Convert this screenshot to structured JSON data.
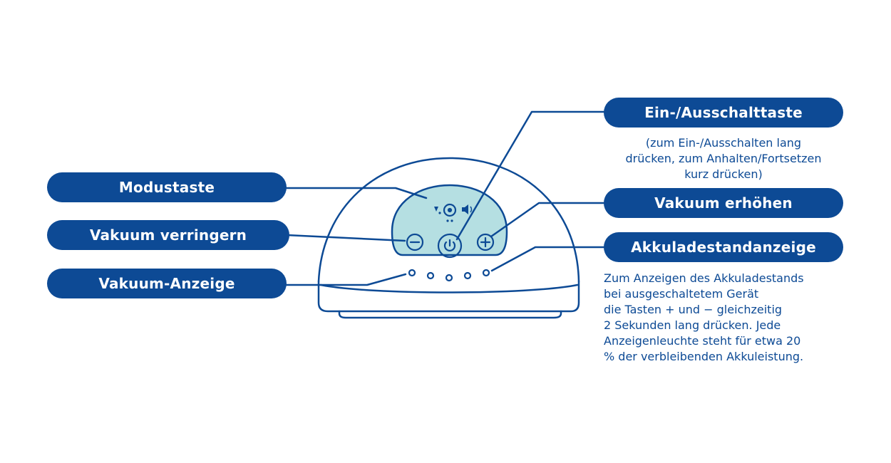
{
  "labels": {
    "modustaste": "Modustaste",
    "vakuum_verringern": "Vakuum verringern",
    "vakuum_anzeige": "Vakuum-Anzeige",
    "ein_aus": "Ein-/Ausschalttaste",
    "vakuum_erhoehen": "Vakuum erhöhen",
    "akku": "Akkuladestandanzeige"
  },
  "notes": {
    "ein_aus": [
      "(zum Ein-/Ausschalten lang",
      "drücken, zum Anhalten/Fortsetzen",
      "kurz drücken)"
    ],
    "akku": [
      "Zum Anzeigen des Akkuladestands",
      "bei ausgeschaltetem Gerät",
      "die Tasten + und − gleichzeitig",
      "2 Sekunden lang drücken. Jede",
      "Anzeigenleuchte steht für etwa 20",
      "% der verbleibenden Akkuleistung."
    ]
  },
  "colors": {
    "brand_blue": "#0d4a95",
    "panel_fill": "#b5dfe2",
    "background": "#ffffff"
  },
  "icons": [
    "drop-mode-icon",
    "mode-circle-icon",
    "speaker-icon",
    "power-icon",
    "minus-icon",
    "plus-icon",
    "indicator-led"
  ]
}
